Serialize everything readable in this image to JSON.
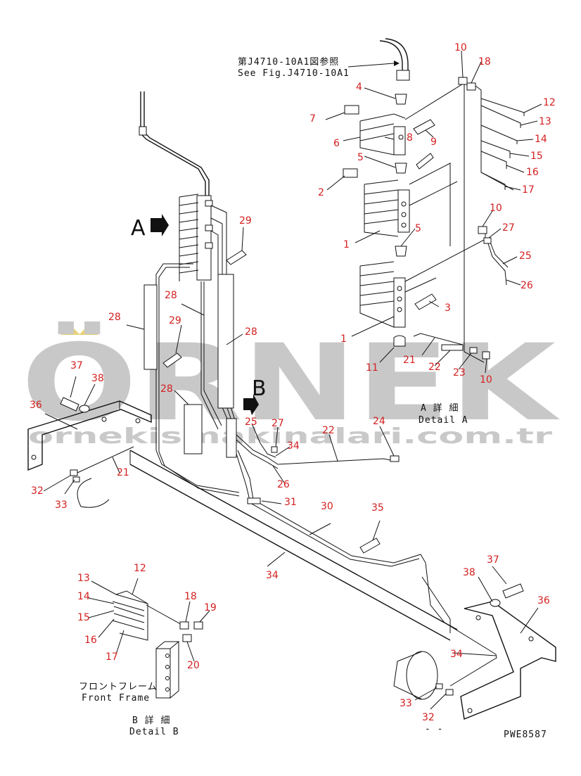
{
  "notes": {
    "ref_jp": "第J4710-10A1図参照",
    "ref_en": "See Fig.J4710-10A1",
    "detail_a_jp": "A 詳 細",
    "detail_a_en": "Detail A",
    "detail_b_jp": "B 詳 細",
    "detail_b_en": "Detail B",
    "front_frame_jp": "フロントフレーム",
    "front_frame_en": "Front Frame",
    "drawing_no": "PWE8587",
    "mark_a": "A",
    "mark_b": "B",
    "dash": "- -"
  },
  "watermark": {
    "brand": "ÖRNEK",
    "site": "ornekismakinalari.com.tr",
    "accent_color": "#e8d27a"
  },
  "colors": {
    "callout": "#d42020",
    "line": "#111111"
  },
  "callouts": {
    "c1a": "1",
    "c1b": "1",
    "c2": "2",
    "c3": "3",
    "c4": "4",
    "c5a": "5",
    "c5b": "5",
    "c6": "6",
    "c7": "7",
    "c8": "8",
    "c9": "9",
    "c10a": "10",
    "c10b": "10",
    "c10c": "10",
    "c11": "11",
    "c12a": "12",
    "c12b": "12",
    "c13a": "13",
    "c13b": "13",
    "c14a": "14",
    "c14b": "14",
    "c15a": "15",
    "c15b": "15",
    "c16a": "16",
    "c16b": "16",
    "c17a": "17",
    "c17b": "17",
    "c18a": "18",
    "c18b": "18",
    "c19": "19",
    "c20": "20",
    "c21a": "21",
    "c21b": "21",
    "c22a": "22",
    "c22b": "22",
    "c23": "23",
    "c24": "24",
    "c25a": "25",
    "c25b": "25",
    "c26a": "26",
    "c26b": "26",
    "c27a": "27",
    "c27b": "27",
    "c28a": "28",
    "c28b": "28",
    "c28c": "28",
    "c28d": "28",
    "c29a": "29",
    "c29b": "29",
    "c30": "30",
    "c31": "31",
    "c32a": "32",
    "c32b": "32",
    "c33a": "33",
    "c33b": "33",
    "c34a": "34",
    "c34b": "34",
    "c34c": "34",
    "c35": "35",
    "c36a": "36",
    "c36b": "36",
    "c37a": "37",
    "c37b": "37",
    "c38a": "38",
    "c38b": "38"
  }
}
